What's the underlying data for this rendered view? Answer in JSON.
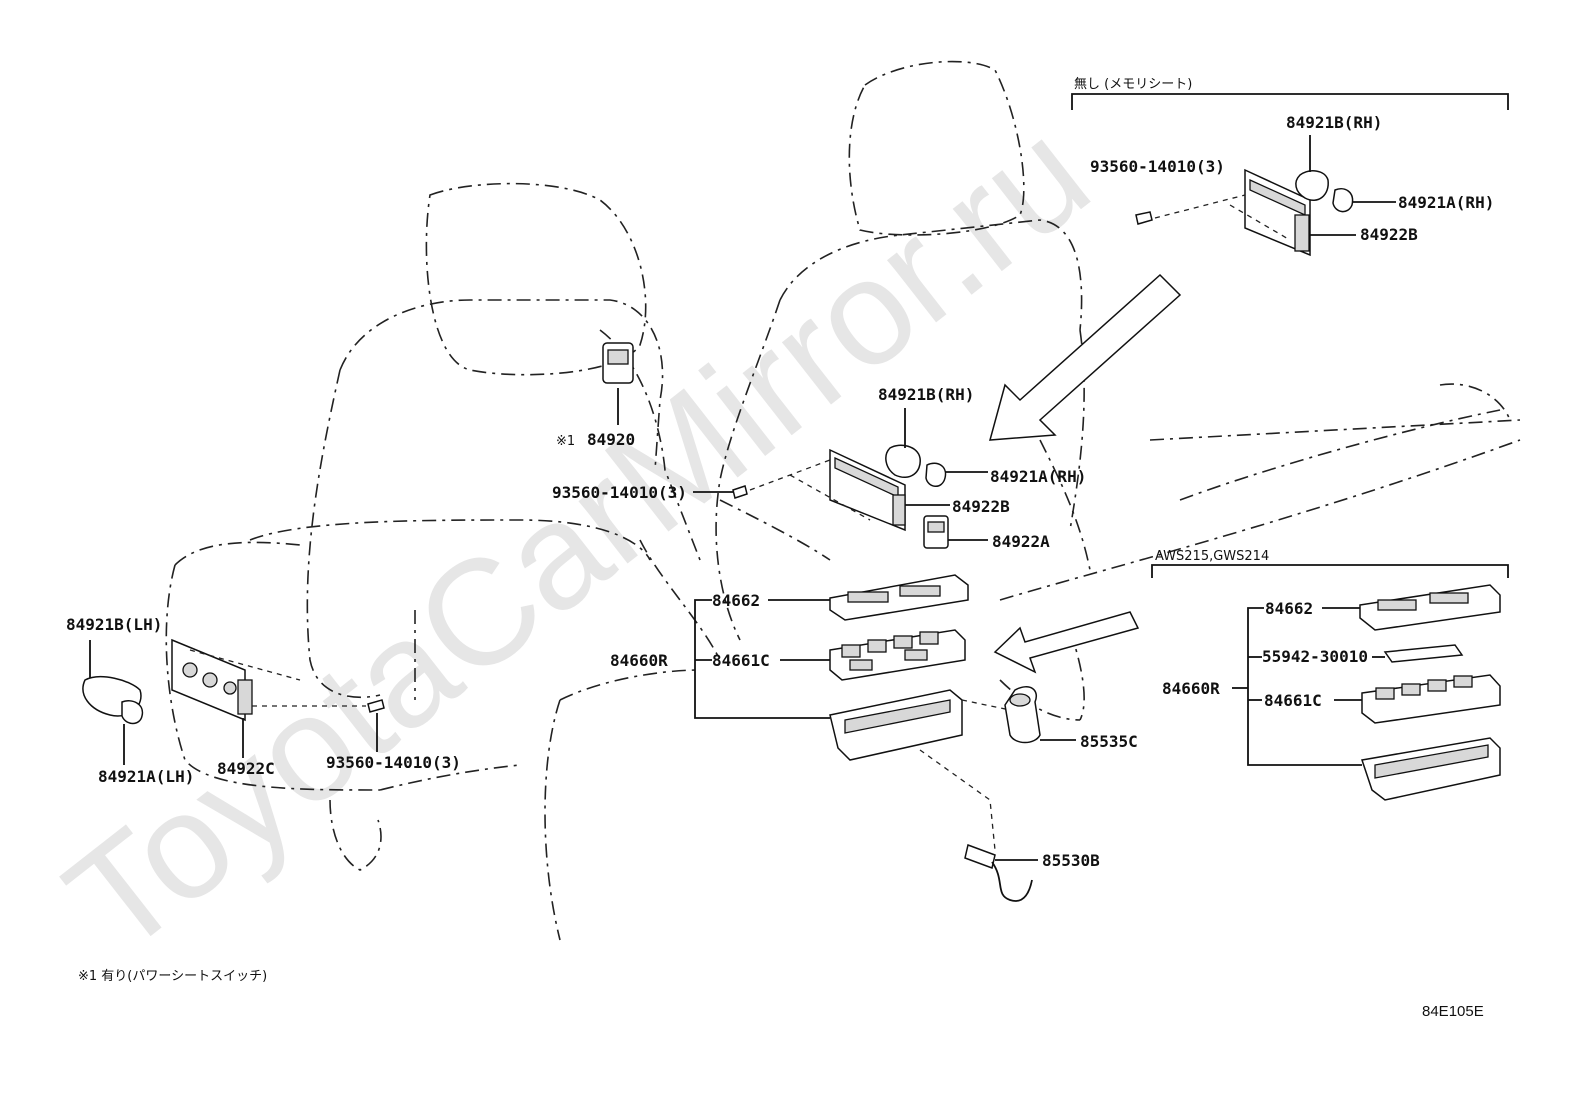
{
  "watermark": "ToyotaCarMirror.ru",
  "figure_id": "84E105E",
  "footnote": "※1 有り(パワーシートスイッチ)",
  "group_headers": {
    "no_memory_seat": "無し (メモリシート)",
    "models": "AWS215,GWS214"
  },
  "labels": {
    "p84920_mark": "※1",
    "p84920": "84920",
    "p84921b_rh_top": "84921B(RH)",
    "screw_top": "93560-14010(3)",
    "p84921a_rh_top": "84921A(RH)",
    "p84922b_top": "84922B",
    "p84921b_rh": "84921B(RH)",
    "p84921a_rh": "84921A(RH)",
    "screw_mid": "93560-14010(3)",
    "p84922b": "84922B",
    "p84922a": "84922A",
    "p84662": "84662",
    "p84660r": "84660R",
    "p84661c": "84661C",
    "p85535c": "85535C",
    "p85530b": "85530B",
    "p84921b_lh": "84921B(LH)",
    "p84921a_lh": "84921A(LH)",
    "p84922c": "84922C",
    "screw_lh": "93560-14010(3)",
    "p84662_alt": "84662",
    "p55942": "55942-30010",
    "p84660r_alt": "84660R",
    "p84661c_alt": "84661C"
  }
}
